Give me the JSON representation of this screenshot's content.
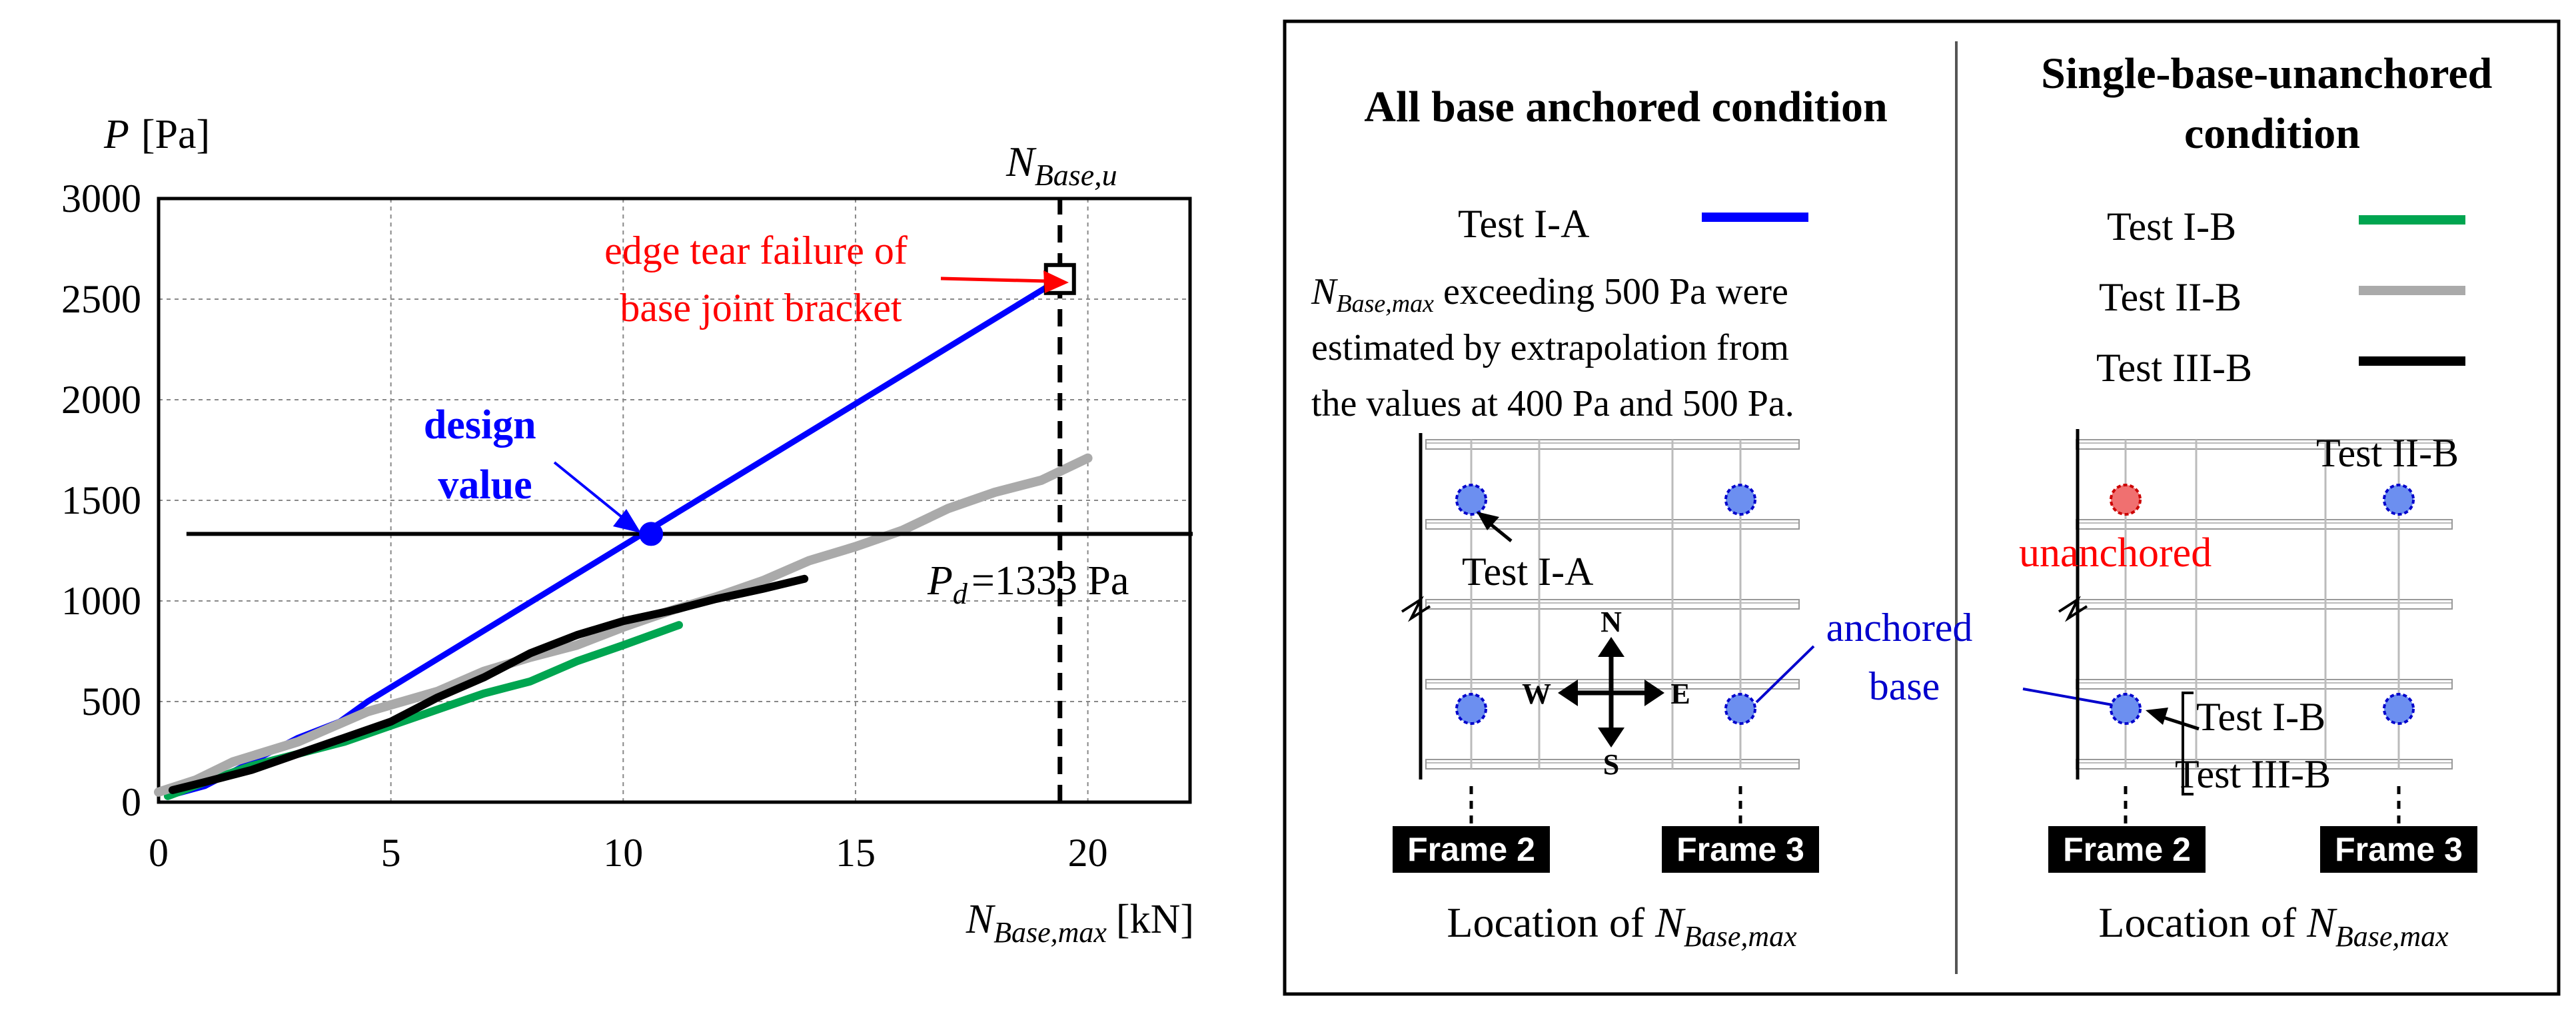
{
  "chart_data": {
    "type": "line",
    "xlabel": {
      "main": "N",
      "sub": "Base,max",
      "unit": "[kN]"
    },
    "ylabel": {
      "main": "P",
      "unit": "[Pa]"
    },
    "xlim": [
      0,
      22.2
    ],
    "ylim": [
      0,
      3000
    ],
    "xticks": [
      0,
      5,
      10,
      15,
      20
    ],
    "yticks": [
      0,
      500,
      1000,
      1500,
      2000,
      2500,
      3000
    ],
    "grid": true,
    "series": [
      {
        "name": "Test I-A",
        "color": "#0000ff",
        "width": 9,
        "points": [
          [
            0.2,
            30
          ],
          [
            1,
            80
          ],
          [
            2,
            200
          ],
          [
            3,
            320
          ],
          [
            3.9,
            400
          ],
          [
            4.5,
            500
          ],
          [
            19.4,
            2600
          ]
        ]
      },
      {
        "name": "Test I-B",
        "color": "#00a550",
        "width": 12,
        "points": [
          [
            0.2,
            30
          ],
          [
            1,
            100
          ],
          [
            2,
            180
          ],
          [
            3,
            240
          ],
          [
            4,
            300
          ],
          [
            5,
            380
          ],
          [
            6,
            460
          ],
          [
            7,
            540
          ],
          [
            8,
            600
          ],
          [
            9,
            700
          ],
          [
            10,
            780
          ],
          [
            11.2,
            880
          ]
        ]
      },
      {
        "name": "Test II-B",
        "color": "#aaaaaa",
        "width": 14,
        "points": [
          [
            0,
            50
          ],
          [
            0.8,
            110
          ],
          [
            1.6,
            200
          ],
          [
            3,
            300
          ],
          [
            4.5,
            450
          ],
          [
            6,
            550
          ],
          [
            7,
            650
          ],
          [
            8,
            720
          ],
          [
            9,
            780
          ],
          [
            10,
            870
          ],
          [
            11,
            950
          ],
          [
            12,
            1020
          ],
          [
            13,
            1100
          ],
          [
            14,
            1200
          ],
          [
            15,
            1270
          ],
          [
            16,
            1350
          ],
          [
            17,
            1460
          ],
          [
            18,
            1540
          ],
          [
            19,
            1600
          ],
          [
            20,
            1710
          ]
        ]
      },
      {
        "name": "Test III-B",
        "color": "#000000",
        "width": 12,
        "points": [
          [
            0.3,
            60
          ],
          [
            1,
            100
          ],
          [
            2,
            160
          ],
          [
            3,
            240
          ],
          [
            4,
            320
          ],
          [
            5,
            400
          ],
          [
            6,
            520
          ],
          [
            7,
            620
          ],
          [
            8,
            740
          ],
          [
            9,
            830
          ],
          [
            10,
            900
          ],
          [
            11,
            950
          ],
          [
            12,
            1010
          ],
          [
            13,
            1060
          ],
          [
            13.9,
            1110
          ]
        ]
      }
    ],
    "pd_line": {
      "value": 1333,
      "x_start": 0.6,
      "label_main": "P",
      "label_sub": "d",
      "label_value": "=1333 Pa"
    },
    "n_base_u": {
      "value": 19.4,
      "label_main": "N",
      "label_sub": "Base,u"
    },
    "failure_point": {
      "x": 19.4,
      "y": 2600
    },
    "failure_label": [
      "edge tear failure of",
      "base joint bracket"
    ],
    "design_point": {
      "x": 10.6,
      "y": 1333
    },
    "design_label": [
      "design",
      "value"
    ]
  },
  "legend_panel": {
    "left": {
      "title": "All base anchored condition",
      "entries": [
        {
          "name": "Test I-A",
          "color": "#0000ff"
        }
      ],
      "note_main": "N",
      "note_sub": "Base,max",
      "note_lines": [
        " exceeding 500 Pa were",
        "estimated by extrapolation from",
        "the values at 400 Pa and 500 Pa."
      ],
      "callout": "Test I-A",
      "compass": {
        "n": "N",
        "s": "S",
        "w": "W",
        "e": "E"
      },
      "anchored_label": [
        "anchored",
        "base"
      ],
      "frames": [
        "Frame 2",
        "Frame 3"
      ],
      "location_main": "Location of ",
      "location_var": "N",
      "location_sub": "Base,max"
    },
    "right": {
      "title": [
        "Single-base-unanchored",
        "condition"
      ],
      "entries": [
        {
          "name": "Test I-B",
          "color": "#00a550"
        },
        {
          "name": "Test II-B",
          "color": "#aaaaaa"
        },
        {
          "name": "Test III-B",
          "color": "#000000"
        }
      ],
      "callout_top": "Test II-B",
      "unanchored": "unanchored",
      "callout_b1": "Test I-B",
      "callout_b3": "Test III-B",
      "frames": [
        "Frame 2",
        "Frame 3"
      ],
      "location_main": "Location of ",
      "location_var": "N",
      "location_sub": "Base,max"
    }
  }
}
